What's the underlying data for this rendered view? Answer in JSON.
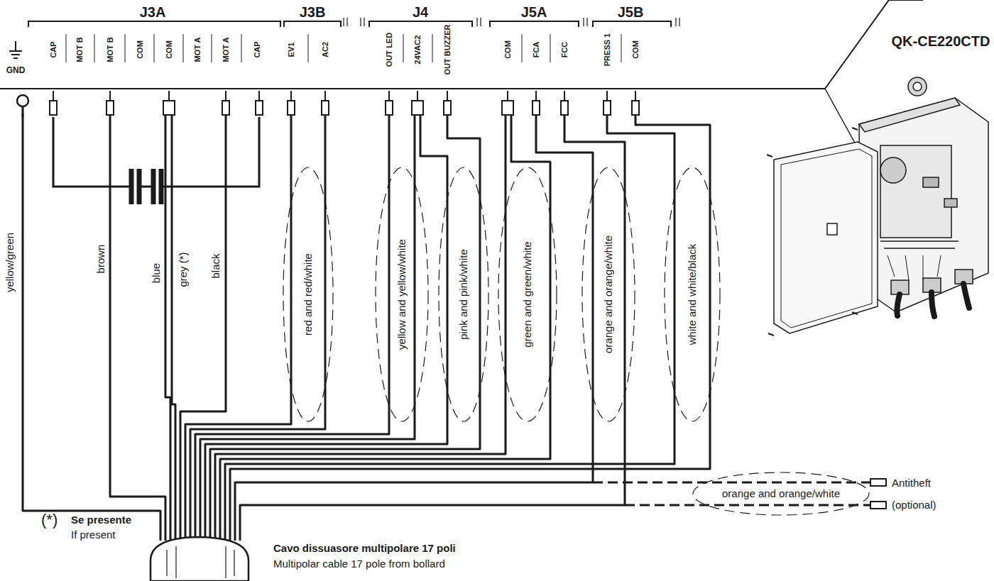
{
  "diagram": {
    "nodes": [
      {
        "text": [
          "red and red/white"
        ]
      },
      {
        "text": [
          "yellow and yellow/white"
        ]
      },
      {
        "text": [
          "pink and pink/white"
        ]
      },
      {
        "text": [
          "green and green/white"
        ]
      },
      {
        "text": [
          "orange and orange/white"
        ]
      },
      {
        "text": [
          "white and white/black"
        ]
      },
      {
        "text": [
          "orange and orange/white"
        ]
      }
    ],
    "labels": [
      "J3A",
      "J3B",
      "J4",
      "J5A",
      "J5B",
      "GND",
      "CAP",
      "MOT B",
      "MOT B",
      "COM",
      "COM",
      "MOT A",
      "MOT A",
      "CAP",
      "EV1",
      "AC2",
      "OUT LED",
      "24VAC2",
      "OUT BUZZER",
      "COM",
      "FCA",
      "FCC",
      "PRESS 1",
      "COM",
      "QK-CE220CTD",
      "yellow/green",
      "brown",
      "blue",
      "grey (*)",
      "black",
      "Antitheft",
      "(optional)",
      "(*)",
      "Se presente",
      "If present",
      "Cavo dissuasore multipolare 17 poli",
      "Multipolar cable 17 pole from bollard"
    ]
  }
}
